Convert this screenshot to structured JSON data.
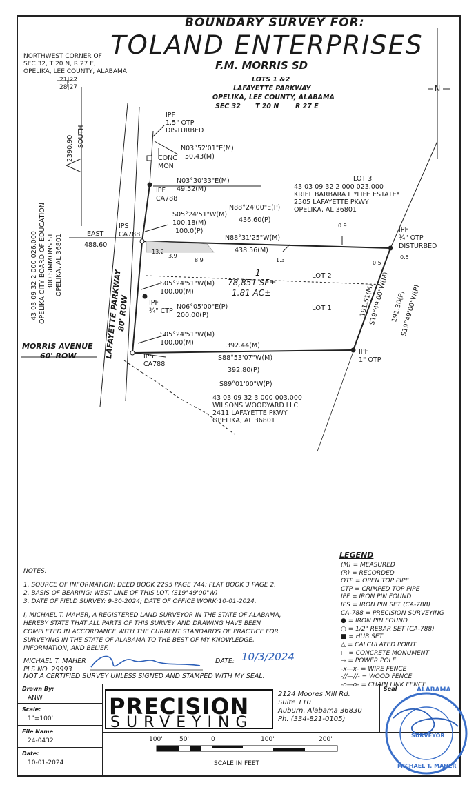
{
  "title": {
    "line1": "BOUNDARY SURVEY FOR:",
    "line2": "TOLAND ENTERPRISES",
    "subdivision": "F.M. MORRIS SD",
    "lots": "LOTS 1 &2",
    "road": "LAFAYETTE PARKWAY",
    "city": "OPELIKA, LEE COUNTY, ALABAMA",
    "sec": "SEC 32",
    "twp": "T 20 N",
    "rng": "R 27 E"
  },
  "nw_corner": {
    "line1": "NORTHWEST CORNER OF",
    "line2": "SEC 32, T 20 N, R 27 E,",
    "line3": "OPELIKA, LEE COUNTY, ALABAMA",
    "grid_top": "21|22",
    "grid_bottom": "28|27"
  },
  "north_arrow": "N",
  "drawing_labels": {
    "tie_distance": "2390.90",
    "tie_direction": "SOUTH",
    "east_label": "EAST",
    "east_distance": "488.60",
    "ipf_top": "IPF",
    "otp_top": "1.5\" OTP",
    "disturbed_top": "DISTURBED",
    "bearing_1": "N03°52'01\"E(M)",
    "dist_1": "50.43(M)",
    "conc": "CONC",
    "mon": "MON",
    "bearing_2": "N03°30'33\"E(M)",
    "dist_2": "49.52(M)",
    "ipf_ca": "IPF",
    "ca788_1": "CA788",
    "bearing_3": "S05°24'51\"W(M)",
    "dist_3": "100.18(M)",
    "dist_3p": "100.0(P)",
    "ips_1": "IPS",
    "ca788_2": "CA788",
    "bearing_n88p": "N88°24'00\"E(P)",
    "dist_n88p": "436.60(P)",
    "bearing_n88m": "N88°31'25\"W(M)",
    "dist_n88m": "438.56(M)",
    "lot3": "LOT 3",
    "lot3_parcel": "43 03 09 32 2 000 023.000",
    "lot3_owner": "KRIEL BARBARA L *LIFE ESTATE*",
    "lot3_addr1": "2505 LAFAYETTE PKWY",
    "lot3_addr2": "OPELIKA, AL  36801",
    "ipf_ne": "IPF",
    "otp_ne": "¾\" OTP",
    "disturbed_ne": "DISTURBED",
    "off_09": "0.9",
    "off_05a": "0.5",
    "off_05b": "0.5",
    "off_13a": "13.2",
    "off_39": "3.9",
    "off_89": "8.9",
    "off_13b": "1.3",
    "lot_number": "1",
    "area_sf": "78,851 SF±",
    "area_ac": "1.81 AC±",
    "lot2": "LOT 2",
    "lot1": "LOT 1",
    "bearing_4": "S05°24'51\"W(M)",
    "dist_4": "100.00(M)",
    "ipf_ctp": "IPF",
    "ctp": "¾\" CTP",
    "bearing_5p": "N06°05'00\"E(P)",
    "dist_5p": "200.00(P)",
    "bearing_6": "S05°24'51\"W(M)",
    "dist_6": "100.00(M)",
    "east_dist_m": "191.51(M)",
    "east_bear_m": "S19°49'00\"W(M)",
    "east_dist_p": "191.30(P)",
    "east_bear_p": "S19°49'00\"W(P)",
    "south_dist_m": "392.44(M)",
    "south_bear_m": "S88°53'07\"W(M)",
    "south_dist_p": "392.80(P)",
    "south_bear_p": "S89°01'00\"W(P)",
    "ipf_se": "IPF",
    "otp_se": "1\" OTP",
    "ips_sw": "IPS",
    "ca788_sw": "CA788",
    "s_parcel": "43 03 09 32 3 000 003.000",
    "s_owner": "WILSONS WOODYARD LLC",
    "s_addr1": "2411 LAFAYETTE PKWY",
    "s_addr2": "OPELIKA, AL  36801",
    "w_parcel": "43 03 09 32 2 000 026.000",
    "w_owner": "OPELIKA CITY BOARD OF EDUCATION",
    "w_addr1": "300 SIMMONS ST",
    "w_addr2": "OPELIKA, AL  36801",
    "morris_ave": "MORRIS AVENUE",
    "morris_row": "60' ROW",
    "lafayette": "LAFAYETTE PARKWAY",
    "lafayette_row": "80' ROW"
  },
  "legend": {
    "title": "LEGEND",
    "items": [
      "(M) = MEASURED",
      "(R) = RECORDED",
      "OTP = OPEN TOP PIPE",
      "CTP = CRIMPED TOP PIPE",
      "IPF = IRON PIN FOUND",
      "IPS = IRON PIN SET (CA-788)",
      "CA-788 = PRECISION SURVEYING",
      "= IRON PIN FOUND",
      "= 1/2\" REBAR SET (CA-788)",
      "= HUB SET",
      "= CALCULATED POINT",
      "= CONCRETE MONUMENT",
      "= POWER POLE",
      "= WIRE FENCE",
      "= WOOD FENCE",
      "= CHAIN LINK FENCE"
    ]
  },
  "notes": {
    "title": "NOTES:",
    "n1": "1.  SOURCE OF INFORMATION: DEED BOOK 2295 PAGE 744; PLAT BOOK 3 PAGE 2.",
    "n2": "2.  BASIS OF BEARING: WEST LINE OF THIS LOT. (S19°49'00\"W)",
    "n3": "3.  DATE OF FIELD SURVEY: 9-30-2024; DATE OF OFFICE WORK:10-01-2024."
  },
  "certification": {
    "l1": "I, MICHAEL T. MAHER, A REGISTERED LAND SURVEYOR IN THE STATE OF ALABAMA,",
    "l2": "HEREBY STATE THAT ALL PARTS OF THIS SURVEY AND DRAWING HAVE BEEN",
    "l3": "COMPLETED IN ACCORDANCE WITH THE CURRENT STANDARDS OF PRACTICE FOR",
    "l4": "SURVEYING IN THE STATE OF ALABAMA TO THE BEST OF MY KNOWLEDGE,",
    "l5": "INFORMATION, AND BELIEF.",
    "surveyor": "MICHAEL T. MAHER",
    "pls": "PLS NO. 29993",
    "date_label": "DATE:",
    "date_value": "10/3/2024",
    "disclaimer": "NOT A CERTIFIED SURVEY UNLESS SIGNED AND STAMPED WITH MY SEAL."
  },
  "title_block": {
    "drawn_by_label": "Drawn By:",
    "drawn_by": "ANW",
    "scale_label": "Scale:",
    "scale": "1\"=100'",
    "file_label": "File Name",
    "file": "24-0432",
    "date_label": "Date:",
    "date": "10-01-2024",
    "logo_main": "PRECISION",
    "logo_sub": "SURVEYING",
    "addr1": "2124 Moores Mill Rd.",
    "addr2": "Suite 110",
    "addr3": "Auburn, Alabama 36830",
    "phone": "Ph. (334-821-0105)",
    "seal_label": "Seal",
    "seal_top": "ALABAMA",
    "seal_name": "MICHAEL T. MAHER",
    "seal_word": "SURVEYOR",
    "scale_ticks": [
      "100'",
      "50'",
      "0",
      "100'",
      "200'"
    ],
    "scale_caption": "SCALE IN FEET"
  },
  "colors": {
    "ink": "#1a1a1a",
    "seal": "#3a6fc9"
  }
}
